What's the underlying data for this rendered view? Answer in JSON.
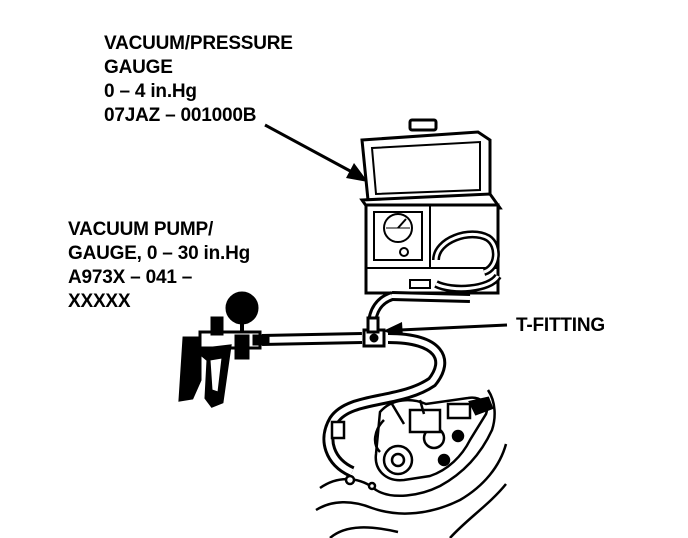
{
  "labels": {
    "vacuum_pressure_gauge": {
      "line1": "VACUUM/PRESSURE",
      "line2": "GAUGE",
      "line3": "0 – 4 in.Hg",
      "line4": "07JAZ – 001000B"
    },
    "vacuum_pump_gauge": {
      "line1": "VACUUM PUMP/",
      "line2": "GAUGE, 0 – 30 in.Hg",
      "line3": "A973X – 041 –",
      "line4": "XXXXX"
    },
    "t_fitting": "T-FITTING"
  },
  "colors": {
    "ink": "#000000",
    "paper": "#ffffff"
  }
}
